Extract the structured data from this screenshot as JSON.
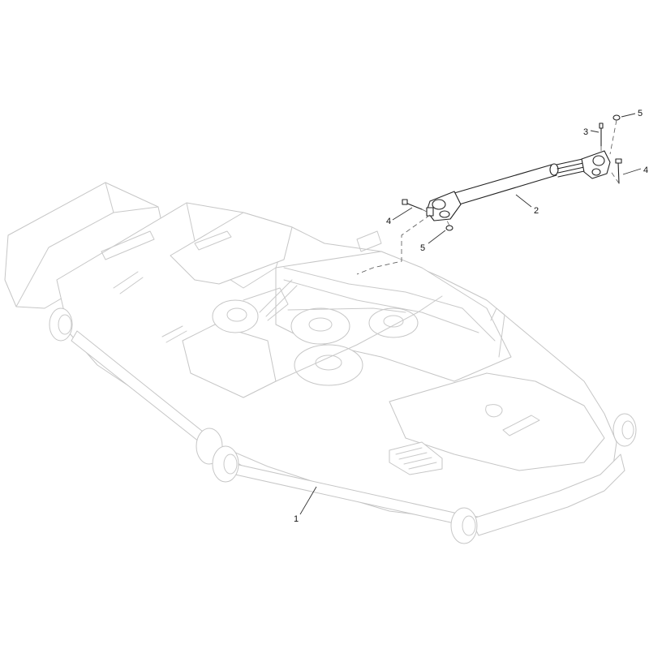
{
  "callouts": {
    "item_1": "1",
    "item_2": "2",
    "item_3": "3",
    "item_4a": "4",
    "item_4b": "4",
    "item_5a": "5",
    "item_5b": "5"
  }
}
